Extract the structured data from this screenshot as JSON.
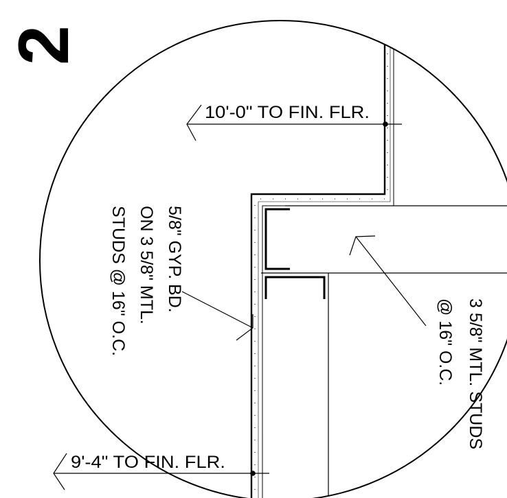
{
  "detail": {
    "number": "2"
  },
  "labels": {
    "upper_elevation": "10'-0\" TO FIN. FLR.",
    "lower_elevation": "9'-4\" TO FIN. FLR.",
    "wall_note": [
      "5/8\" GYP. BD.",
      "ON 3 5/8\" MTL.",
      "STUDS @ 16\" O.C."
    ],
    "framing_note": [
      "3 5/8\" MTL. STUDS",
      "@ 16\" O.C."
    ]
  },
  "colors": {
    "line": "#000000",
    "background": "#ffffff"
  }
}
